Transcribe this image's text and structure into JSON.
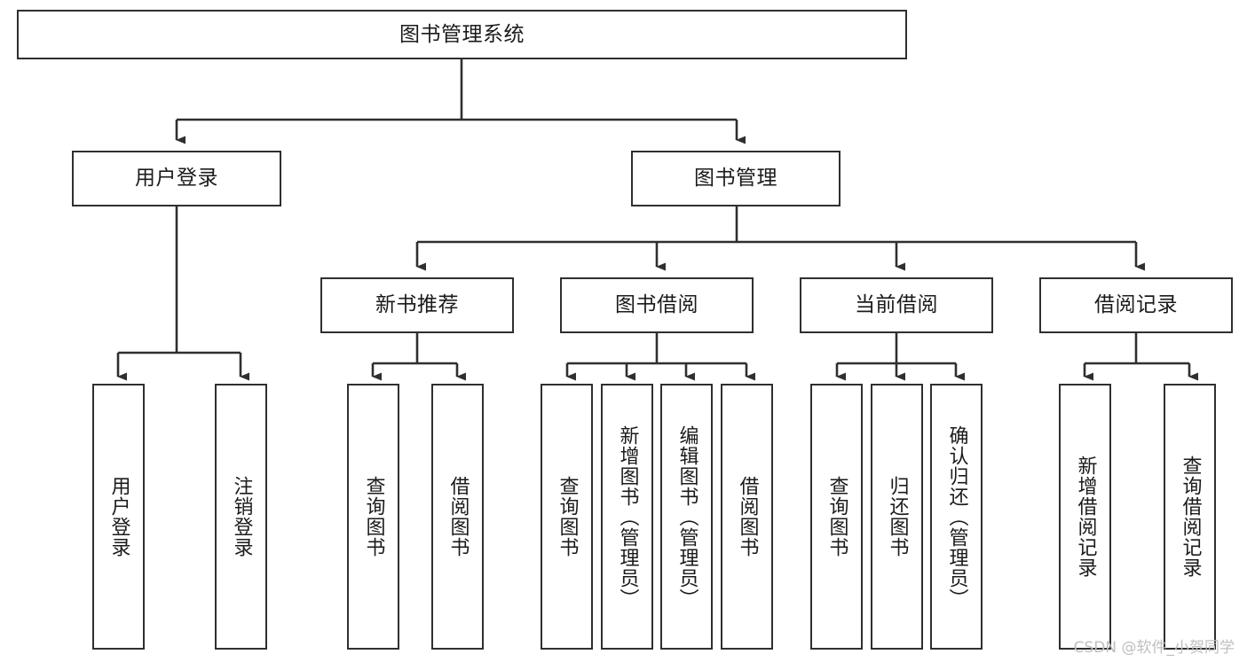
{
  "diagram": {
    "title": "图书管理系统",
    "type": "tree",
    "watermark": "CSDN @软件_小贺同学",
    "colors": {
      "box_border": "#2f2f2f",
      "box_fill": "#ffffff",
      "edge": "#2f2f2f",
      "text": "#1b1b1b",
      "watermark": "#bfbfbf"
    },
    "levels": {
      "root": "图书管理系统",
      "level2": [
        "用户登录",
        "图书管理"
      ],
      "level3": [
        "新书推荐",
        "图书借阅",
        "当前借阅",
        "借阅记录"
      ]
    },
    "nodes": {
      "root": {
        "label": "图书管理系统",
        "orientation": "horizontal"
      },
      "user_login": {
        "label": "用户登录",
        "orientation": "horizontal"
      },
      "book_manage": {
        "label": "图书管理",
        "orientation": "horizontal"
      },
      "new_book_rec": {
        "label": "新书推荐",
        "orientation": "horizontal"
      },
      "book_borrow": {
        "label": "图书借阅",
        "orientation": "horizontal"
      },
      "current_borrow": {
        "label": "当前借阅",
        "orientation": "horizontal"
      },
      "borrow_record": {
        "label": "借阅记录",
        "orientation": "horizontal"
      },
      "leaf_user_login": {
        "label": "用户登录",
        "orientation": "vertical"
      },
      "leaf_user_logout": {
        "label": "注销登录",
        "orientation": "vertical"
      },
      "leaf_query_book_1": {
        "label": "查询图书",
        "orientation": "vertical"
      },
      "leaf_borrow_book_1": {
        "label": "借阅图书",
        "orientation": "vertical"
      },
      "leaf_query_book_2": {
        "label": "查询图书",
        "orientation": "vertical"
      },
      "leaf_add_book": {
        "label": "新增图书（管理员）",
        "orientation": "vertical"
      },
      "leaf_edit_book": {
        "label": "编辑图书（管理员）",
        "orientation": "vertical"
      },
      "leaf_borrow_book_2": {
        "label": "借阅图书",
        "orientation": "vertical"
      },
      "leaf_query_book_3": {
        "label": "查询图书",
        "orientation": "vertical"
      },
      "leaf_return_book": {
        "label": "归还图书",
        "orientation": "vertical"
      },
      "leaf_confirm_return": {
        "label": "确认归还（管理员）",
        "orientation": "vertical"
      },
      "leaf_add_record": {
        "label": "新增借阅记录",
        "orientation": "vertical"
      },
      "leaf_query_record": {
        "label": "查询借阅记录",
        "orientation": "vertical"
      }
    }
  }
}
